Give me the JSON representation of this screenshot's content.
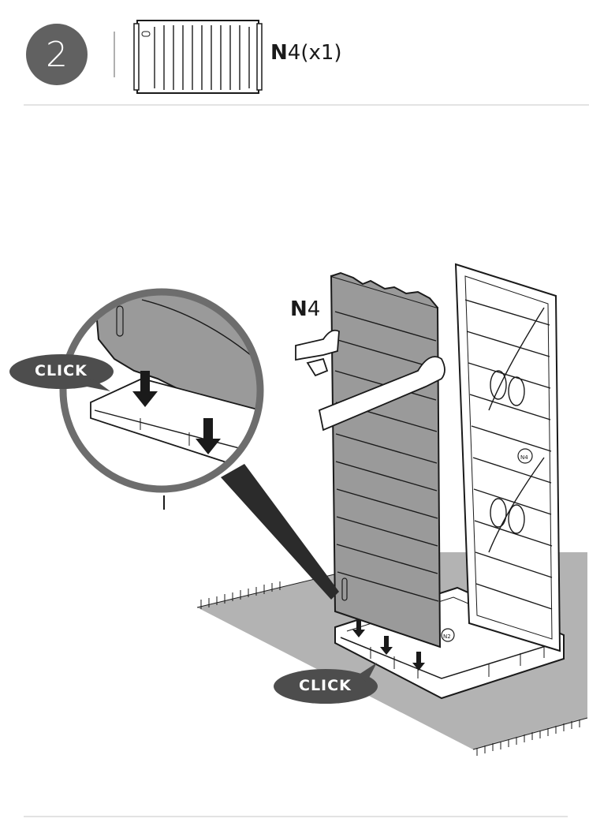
{
  "header": {
    "step_number": "2",
    "part_code_bold": "N",
    "part_code_rest": "4",
    "part_quantity": "(x1)"
  },
  "illustration": {
    "panel_callout_bold": "N",
    "panel_callout_rest": "4",
    "click_label_detail": "CLICK",
    "click_label_main": "CLICK",
    "base_marking": "N2",
    "wall_marking": "N4"
  },
  "colors": {
    "step_circle": "#616161",
    "bubble": "#4d4d4d",
    "panel_gray": "#9a9a9a",
    "floor_gray": "#b3b3b3"
  }
}
